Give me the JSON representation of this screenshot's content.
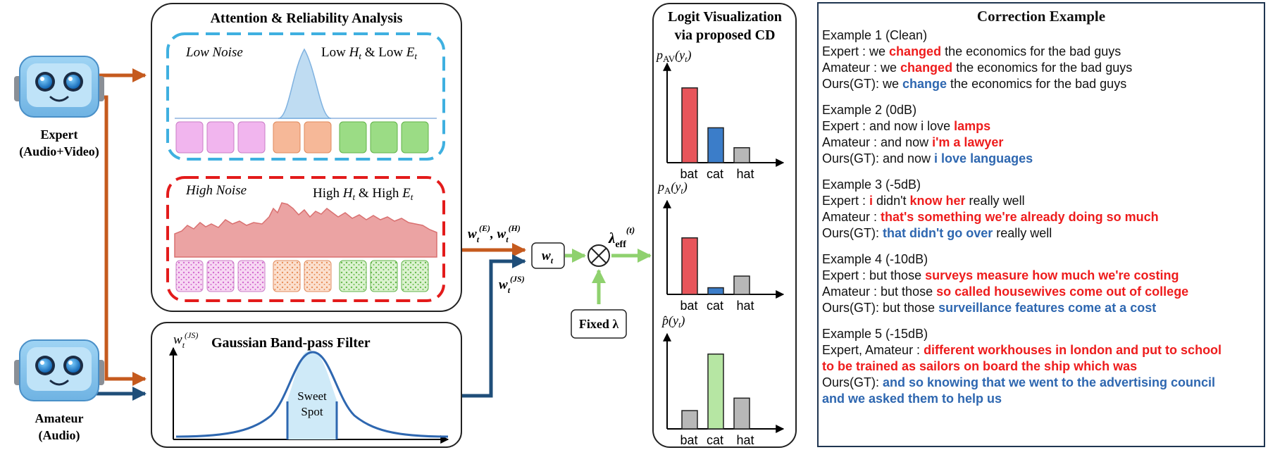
{
  "colors": {
    "expert_arrow": "#c55a1e",
    "amateur_arrow": "#1f4e79",
    "green_arrow": "#8fd16e",
    "low_noise_border": "#3fb0e0",
    "high_noise_border": "#e31b1b",
    "bar_red": "#e8555b",
    "bar_blue": "#3b7dc9",
    "bar_gray": "#b8b8b8",
    "bar_green": "#b6e6a3",
    "text_red": "#ee1c1c",
    "text_blue": "#2e67b0"
  },
  "agents": {
    "expert": {
      "line1": "Expert",
      "line2": "(Audio+Video)",
      "icon": "robot-icon"
    },
    "amateur": {
      "line1": "Amateur",
      "line2": "(Audio)",
      "icon": "robot-icon"
    }
  },
  "attention": {
    "title": "Attention & Reliability Analysis",
    "low_noise": {
      "label": "Low Noise",
      "desc": "Low H_t & Low E_t"
    },
    "high_noise": {
      "label": "High Noise",
      "desc": "High H_t & High E_t"
    }
  },
  "gaussian": {
    "title": "Gaussian Band-pass Filter",
    "axis_label": "w_t^(JS)",
    "sweet_spot_line1": "Sweet",
    "sweet_spot_line2": "Spot"
  },
  "weights": {
    "w_e_h": "w_t^(E), w_t^(H)",
    "w_js": "w_t^(JS)",
    "w_t": "w_t",
    "fixed_lambda": "Fixed λ",
    "lambda_eff": "λ_eff^(t)",
    "otimes": "⊗"
  },
  "logit": {
    "title_line1": "Logit Visualization",
    "title_line2": "via proposed CD",
    "categories": [
      "bat",
      "cat",
      "hat"
    ]
  },
  "chart_data": [
    {
      "type": "bar",
      "title": "",
      "ylabel": "p_AV(y_t)",
      "categories": [
        "bat",
        "cat",
        "hat"
      ],
      "values": [
        0.9,
        0.42,
        0.18
      ]
    },
    {
      "type": "bar",
      "title": "",
      "ylabel": "p_A(y_t)",
      "categories": [
        "bat",
        "cat",
        "hat"
      ],
      "values": [
        0.68,
        0.08,
        0.22
      ]
    },
    {
      "type": "bar",
      "title": "",
      "ylabel": "p̂(y_t)",
      "categories": [
        "bat",
        "cat",
        "hat"
      ],
      "values": [
        0.22,
        0.9,
        0.37
      ]
    }
  ],
  "correction": {
    "title": "Correction Example",
    "examples": [
      {
        "header": "Example 1 (Clean)",
        "lines": [
          [
            {
              "t": "Expert : we ",
              "c": ""
            },
            {
              "t": "changed",
              "c": "red"
            },
            {
              "t": " the economics for the bad guys",
              "c": ""
            }
          ],
          [
            {
              "t": "Amateur : we ",
              "c": ""
            },
            {
              "t": "changed",
              "c": "red"
            },
            {
              "t": " the economics for the bad guys",
              "c": ""
            }
          ],
          [
            {
              "t": "Ours(GT): we ",
              "c": ""
            },
            {
              "t": "change",
              "c": "blue"
            },
            {
              "t": " the economics for the bad guys",
              "c": ""
            }
          ]
        ]
      },
      {
        "header": "Example 2 (0dB)",
        "lines": [
          [
            {
              "t": "Expert : and now i love ",
              "c": ""
            },
            {
              "t": "lamps",
              "c": "red"
            }
          ],
          [
            {
              "t": "Amateur : and now ",
              "c": ""
            },
            {
              "t": "i'm a lawyer",
              "c": "red"
            }
          ],
          [
            {
              "t": "Ours(GT): and now ",
              "c": ""
            },
            {
              "t": "i love languages",
              "c": "blue"
            }
          ]
        ]
      },
      {
        "header": "Example 3 (-5dB)",
        "lines": [
          [
            {
              "t": "Expert : ",
              "c": ""
            },
            {
              "t": "i",
              "c": "red"
            },
            {
              "t": " didn't ",
              "c": ""
            },
            {
              "t": "know her",
              "c": "red"
            },
            {
              "t": " really well",
              "c": ""
            }
          ],
          [
            {
              "t": "Amateur : ",
              "c": ""
            },
            {
              "t": "that's something we're already doing so much",
              "c": "red"
            }
          ],
          [
            {
              "t": "Ours(GT): ",
              "c": ""
            },
            {
              "t": "that didn't go over",
              "c": "blue"
            },
            {
              "t": " really well",
              "c": ""
            }
          ]
        ]
      },
      {
        "header": "Example 4 (-10dB)",
        "lines": [
          [
            {
              "t": "Expert : but those ",
              "c": ""
            },
            {
              "t": "surveys measure how much we're costing",
              "c": "red"
            }
          ],
          [
            {
              "t": "Amateur : but those ",
              "c": ""
            },
            {
              "t": "so called housewives come out of college",
              "c": "red"
            }
          ],
          [
            {
              "t": "Ours(GT): but those ",
              "c": ""
            },
            {
              "t": "surveillance features come at a cost",
              "c": "blue"
            }
          ]
        ]
      },
      {
        "header": "Example 5 (-15dB)",
        "lines": [
          [
            {
              "t": "Expert, Amateur : ",
              "c": ""
            },
            {
              "t": "different workhouses in london and put to school",
              "c": "red"
            }
          ],
          [
            {
              "t": "to be trained as sailors on board the ship which was",
              "c": "red"
            }
          ],
          [
            {
              "t": "Ours(GT): ",
              "c": ""
            },
            {
              "t": "and so knowing that we went to the advertising council",
              "c": "blue"
            }
          ],
          [
            {
              "t": "and we asked them to help us",
              "c": "blue"
            }
          ]
        ]
      }
    ]
  }
}
